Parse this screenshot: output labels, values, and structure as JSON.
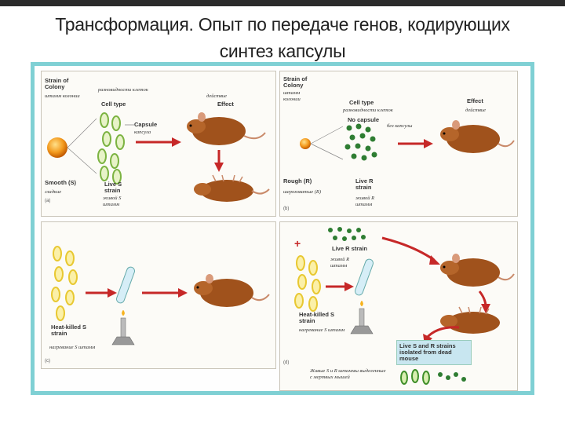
{
  "slide": {
    "title_line1": "Трансформация. Опыт по передаче генов, кодирующих",
    "title_line2": "синтез капсулы"
  },
  "panel_a": {
    "strain_of_colony": "Strain of Colony",
    "strain_of_colony_ru": "штамм колонии",
    "cell_type_ru": "разновидности клеток",
    "cell_type": "Cell type",
    "effect_ru": "действие",
    "effect": "Effect",
    "capsule": "Capsule",
    "capsule_ru": "капсула",
    "smooth": "Smooth (S)",
    "smooth_ru": "гладкие",
    "live_s": "Live S strain",
    "live_s_ru": "живой S штамм",
    "letter": "(a)"
  },
  "panel_b": {
    "strain_of_colony": "Strain of Colony",
    "strain_of_colony_ru": "штамм колонии",
    "cell_type": "Cell type",
    "cell_type_ru": "разновидности клеток",
    "effect": "Effect",
    "effect_ru": "действие",
    "no_capsule": "No capsule",
    "no_capsule_ru": "без капсулы",
    "rough": "Rough (R)",
    "rough_ru": "шероховатые (R)",
    "live_r": "Live R strain",
    "live_r_ru": "живой R штамм",
    "letter": "(b)"
  },
  "panel_c": {
    "heat_killed": "Heat-killed S strain",
    "heat_killed_ru": "нагревание S штамм",
    "letter": "(c)"
  },
  "panel_d": {
    "live_r": "Live R strain",
    "live_r_ru": "живой R штамм",
    "heat_killed": "Heat-killed S strain",
    "heat_killed_ru": "нагревание S штамм",
    "isolated": "Live S and R strains isolated from dead mouse",
    "isolated_ru": "Живые S и R штаммы выделенные с мертвых мышей",
    "letter": "(d)"
  },
  "colors": {
    "frame": "#7fd0d4",
    "arrow": "#c62828",
    "mouse": "#a0521c",
    "s_cell": "#7cb342",
    "r_cell": "#2e7d32",
    "heatkilled": "#e8c832"
  }
}
